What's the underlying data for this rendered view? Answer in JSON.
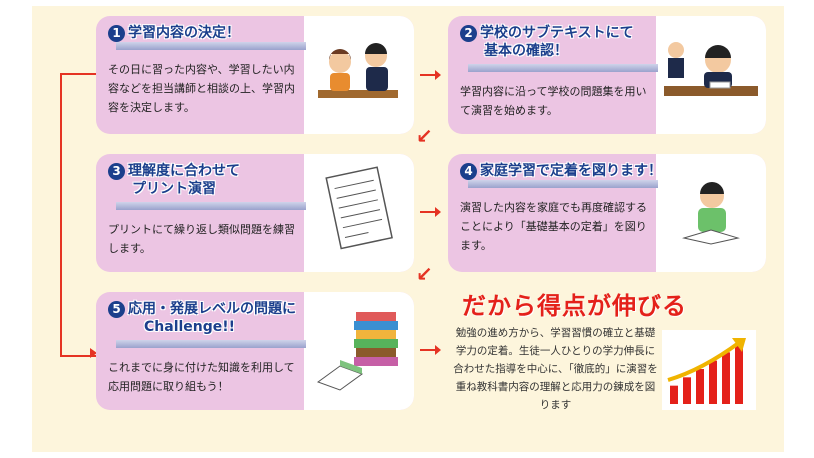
{
  "steps": [
    {
      "num": "1",
      "title_lines": [
        "学習内容の決定！"
      ],
      "body": "その日に習った内容や、学習したい内容などを担当講師と相談の上、学習内容を決定します。",
      "icon": "teacher-student-icon"
    },
    {
      "num": "2",
      "title_lines": [
        "学校のサブテキストにて",
        "基本の確認！"
      ],
      "body": "学習内容に沿って学校の問題集を用いて演習を始めます。",
      "icon": "studying-student-icon"
    },
    {
      "num": "3",
      "title_lines": [
        "理解度に合わせて",
        "プリント演習"
      ],
      "body": "プリントにて繰り返し類似問題を練習します。",
      "icon": "worksheet-icon"
    },
    {
      "num": "4",
      "title_lines": [
        "家庭学習で定着を図ります！"
      ],
      "body": "演習した内容を家庭でも再度確認することにより「基礎基本の定着」を図ります。",
      "icon": "home-study-icon"
    },
    {
      "num": "5",
      "title_lines": [
        "応用・発展レベルの問題に",
        "Challenge!!"
      ],
      "body": "これまでに身に付けた知識を利用して応用問題に取り組もう！",
      "icon": "book-stack-icon"
    }
  ],
  "result": {
    "title": "だから得点が伸びる",
    "body": "勉強の進め方から、学習習慣の確立と基礎学力の定着。生徒一人ひとりの学力伸長に合わせた指導を中心に、「徹底的」に演習を重ね教科書内容の理解と応用力の錬成を図ります",
    "chart_icon": "rising-bar-chart-icon",
    "chart_bars": [
      1,
      2,
      3,
      4,
      5,
      6
    ],
    "colors": {
      "accent": "#e4211a",
      "title": "#1b3f8c",
      "card": "#ecc5e3",
      "panel": "#fdf5dc"
    }
  }
}
